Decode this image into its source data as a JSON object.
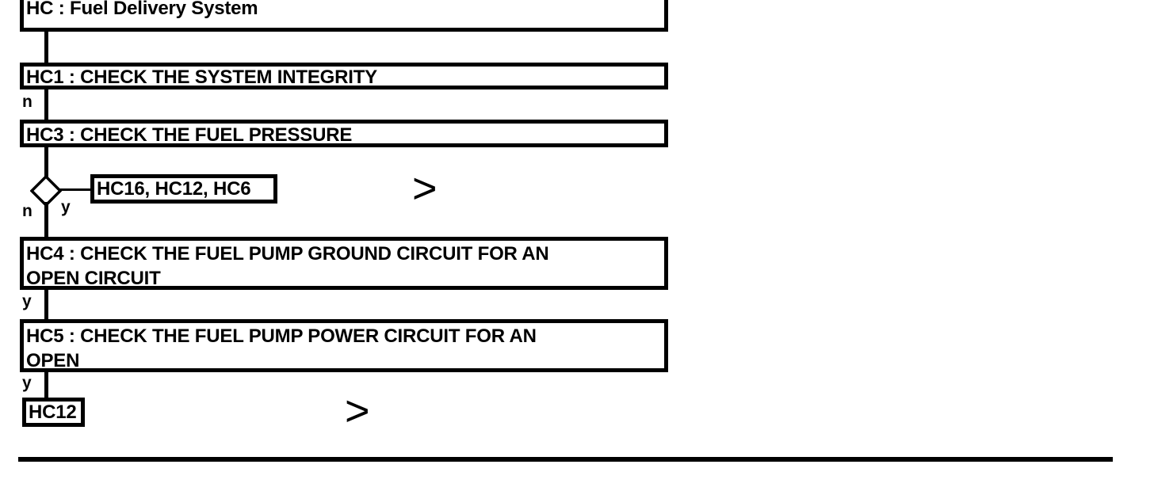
{
  "diagram": {
    "title": "HC : Fuel Delivery System",
    "type": "flowchart",
    "nodes": [
      {
        "id": "HC",
        "label": "HC : Fuel Delivery System",
        "shape": "process",
        "clipped_top": true
      },
      {
        "id": "HC1",
        "label": "HC1 : CHECK THE SYSTEM INTEGRITY",
        "shape": "process"
      },
      {
        "id": "HC3",
        "label": "HC3 : CHECK THE FUEL PRESSURE",
        "shape": "process"
      },
      {
        "id": "decision1",
        "label": "",
        "shape": "decision"
      },
      {
        "id": "REF1",
        "label": "HC16, HC12, HC6",
        "shape": "reference"
      },
      {
        "id": "HC4",
        "label": "HC4 : CHECK THE FUEL PUMP GROUND CIRCUIT FOR AN\nOPEN CIRCUIT",
        "shape": "process"
      },
      {
        "id": "HC5",
        "label": "HC5 : CHECK THE FUEL PUMP POWER CIRCUIT FOR AN\nOPEN",
        "shape": "process"
      },
      {
        "id": "REF2",
        "label": "HC12",
        "shape": "reference"
      }
    ],
    "edges": [
      {
        "from": "HC",
        "to": "HC1",
        "label": ""
      },
      {
        "from": "HC1",
        "to": "HC3",
        "label": "n"
      },
      {
        "from": "HC3",
        "to": "decision1",
        "label": ""
      },
      {
        "from": "decision1",
        "to": "REF1",
        "label": "y"
      },
      {
        "from": "decision1",
        "to": "HC4",
        "label": "n"
      },
      {
        "from": "HC4",
        "to": "HC5",
        "label": "y"
      },
      {
        "from": "HC5",
        "to": "REF2",
        "label": "y"
      }
    ],
    "markers": [
      {
        "id": "chevron-1",
        "glyph": ">",
        "name": "off-page-connector-1"
      },
      {
        "id": "chevron-2",
        "glyph": ">",
        "name": "off-page-connector-2"
      }
    ],
    "colors": {
      "stroke": "#000000",
      "fill": "#ffffff",
      "text": "#000000"
    }
  }
}
